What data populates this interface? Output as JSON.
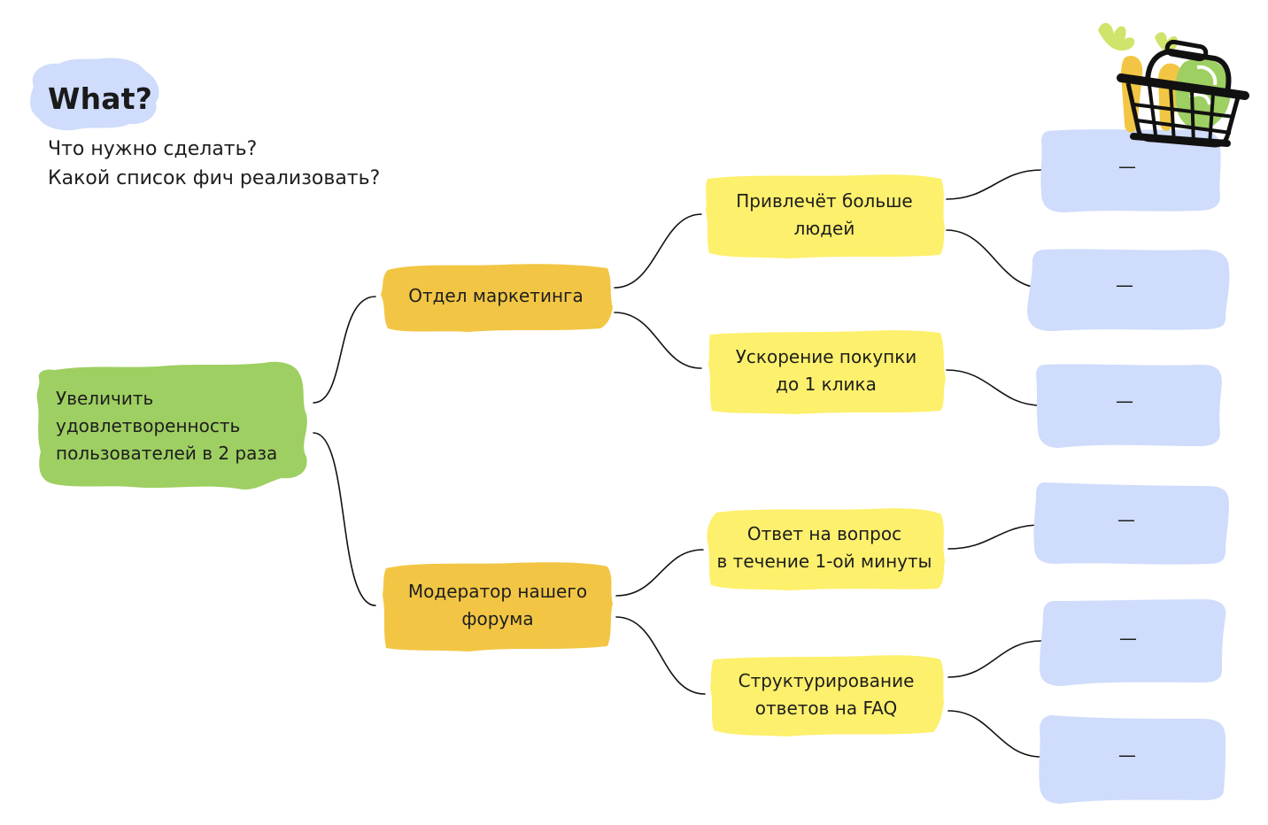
{
  "header": {
    "title": "What?",
    "subtitle_lines": [
      "Что нужно сделать?",
      "Какой список фич реализовать?"
    ]
  },
  "colors": {
    "root": "#9ecf62",
    "level1": "#f2c644",
    "level2": "#fdf06c",
    "leaf": "#cfdcfb",
    "title_blob": "#cfdcfb",
    "connector": "#111111"
  },
  "mindmap": {
    "root": {
      "label": "Увеличить\nудовлетворенность\nпользователей в 2 раза"
    },
    "branches": [
      {
        "label": "Отдел маркетинга",
        "children": [
          {
            "label": "Привлечёт больше\nлюдей",
            "leaves": [
              "—",
              "—"
            ]
          },
          {
            "label": "Ускорение покупки\nдо 1 клика",
            "leaves": [
              "—"
            ]
          }
        ]
      },
      {
        "label": "Модератор нашего\nфорума",
        "children": [
          {
            "label": "Ответ на вопрос\nв течение 1-ой минуты",
            "leaves": [
              "—"
            ]
          },
          {
            "label": "Структурирование\nответов на FAQ",
            "leaves": [
              "—",
              "—"
            ]
          }
        ]
      }
    ]
  },
  "illustration": {
    "icon": "shopping-basket-with-vegetables-icon"
  }
}
